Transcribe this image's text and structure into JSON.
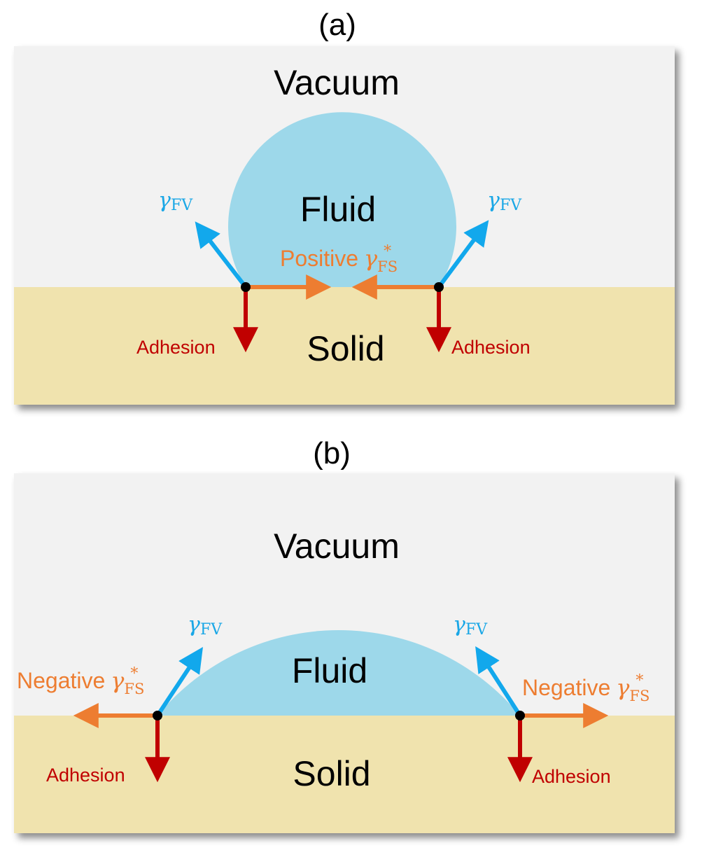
{
  "colors": {
    "vacuum": "#f2f2f2",
    "solid": "#f0e3ae",
    "fluid": "#9dd8ea",
    "surface_tension_arrow": "#12a8ec",
    "fs_arrow": "#ed7d31",
    "adhesion_arrow": "#c00000",
    "contact_point": "#000000"
  },
  "panel_a": {
    "label": "(a)",
    "vacuum_label": "Vacuum",
    "fluid_label": "Fluid",
    "solid_label": "Solid",
    "fs_label_word": "Positive",
    "gamma_symbol": "γ",
    "fv_subscript": "FV",
    "fs_subscript": "FS",
    "star": "*",
    "adhesion_left": "Adhesion",
    "adhesion_right": "Adhesion"
  },
  "panel_b": {
    "label": "(b)",
    "vacuum_label": "Vacuum",
    "fluid_label": "Fluid",
    "solid_label": "Solid",
    "fs_label_left_word": "Negative",
    "fs_label_right_word": "Negative",
    "gamma_symbol": "γ",
    "fv_subscript": "FV",
    "fs_subscript": "FS",
    "star": "*",
    "adhesion_left": "Adhesion",
    "adhesion_right": "Adhesion"
  }
}
